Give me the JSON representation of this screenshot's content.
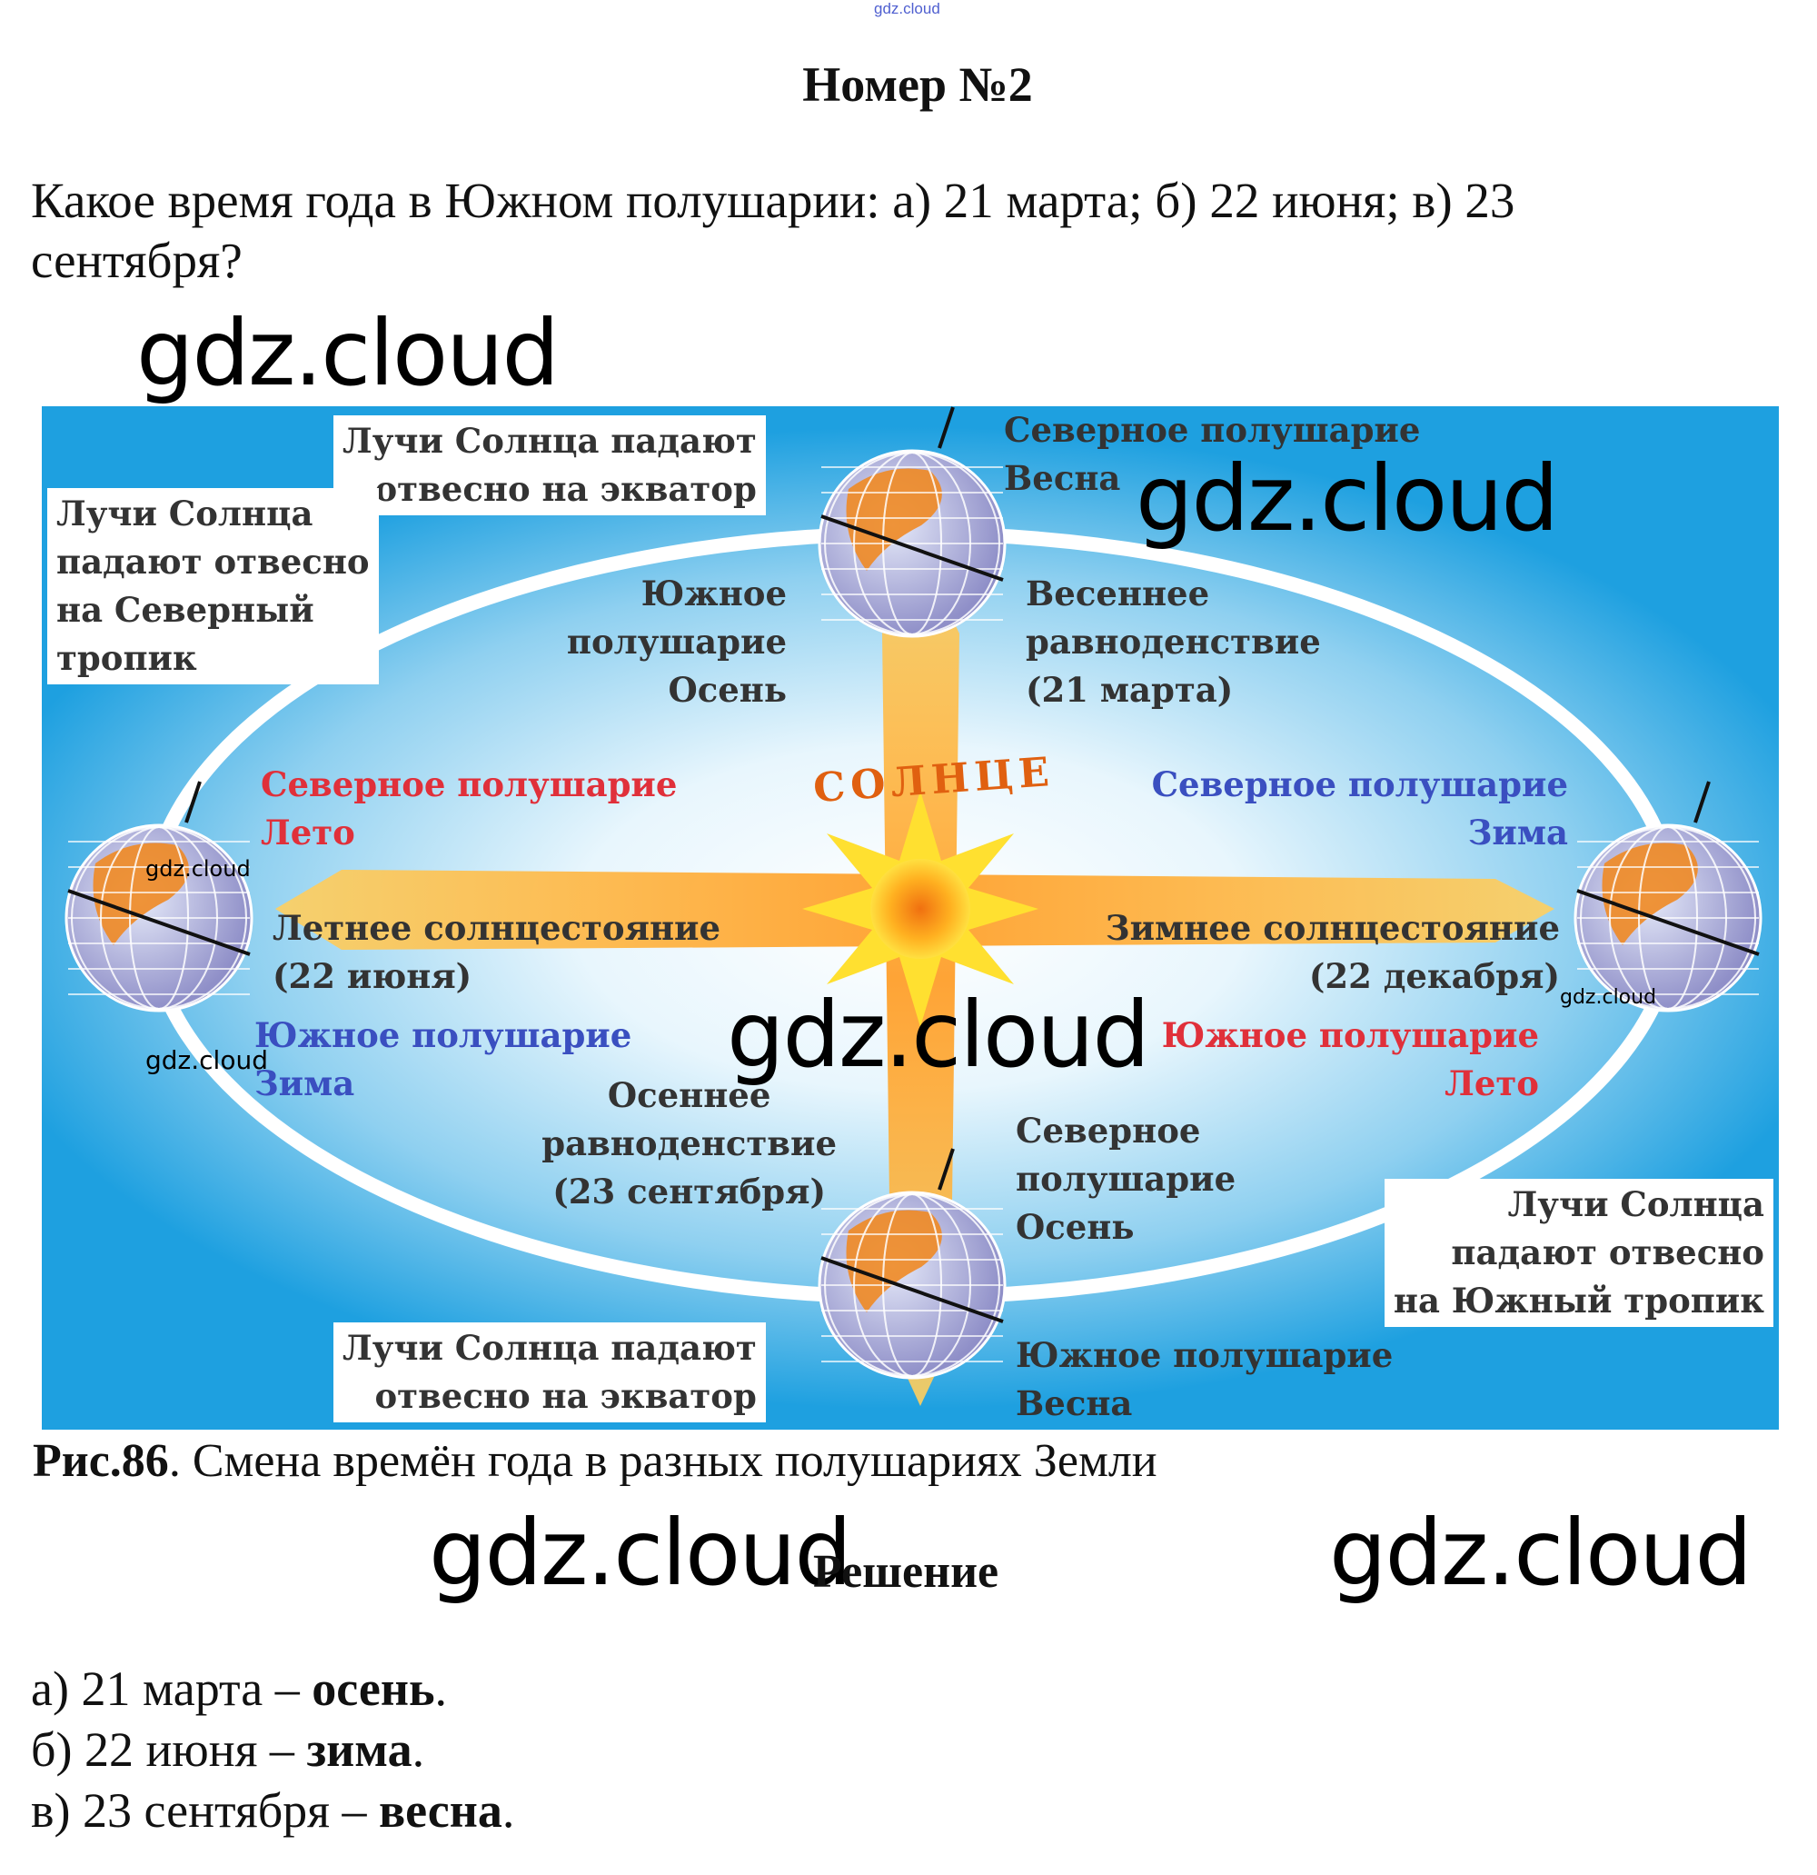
{
  "watermark": "gdz.cloud",
  "title": "Номер №2",
  "question": "Какое время года в Южном полушарии: а) 21 марта; б) 22 июня; в) 23 сентября?",
  "figure": {
    "rays_equator_top": "Лучи Солнца падают\nотвесно на экватор",
    "rays_north_tropic": "Лучи Солнца\nпадают отвесно\nна Северный\nтропик",
    "north_spring": "Северное полушарие\nВесна",
    "south_autumn": "Южное\nполушарие\nОсень",
    "spring_equinox": "Весеннее\nравноденствие\n(21 марта)",
    "sun": "СОЛНЦЕ",
    "north_summer": "Северное полушарие\nЛето",
    "north_winter": "Северное полушарие\nЗима",
    "summer_solstice": "Летнее солнцестояние\n(22 июня)",
    "winter_solstice": "Зимнее солнцестояние\n(22 декабря)",
    "south_winter": "Южное полушарие\nЗима",
    "south_summer": "Южное полушарие\nЛето",
    "autumn_equinox": "Осеннее\nравноденствие\n(23 сентября)",
    "north_autumn": "Северное\nполушарие\nОсень",
    "rays_south_tropic": "Лучи Солнца\nпадают отвесно\nна Южный тропик",
    "rays_equator_bottom": "Лучи Солнца падают\nотвесно на экватор",
    "south_spring": "Южное полушарие\nВесна"
  },
  "caption": {
    "label": "Рис.86",
    "text": ". Смена времён года в разных полушариях Земли"
  },
  "solution_heading": "Решение",
  "answers": [
    {
      "prefix": "а) 21 марта – ",
      "answer": "осень",
      "suffix": "."
    },
    {
      "prefix": "б) 22 июня – ",
      "answer": "зима",
      "suffix": "."
    },
    {
      "prefix": "в) 23 сентября – ",
      "answer": "весна",
      "suffix": "."
    }
  ],
  "colors": {
    "sky": "#1ea0e0",
    "land": "#f08a24",
    "red_label": "#e0303a",
    "blue_label": "#3a4fc0"
  }
}
